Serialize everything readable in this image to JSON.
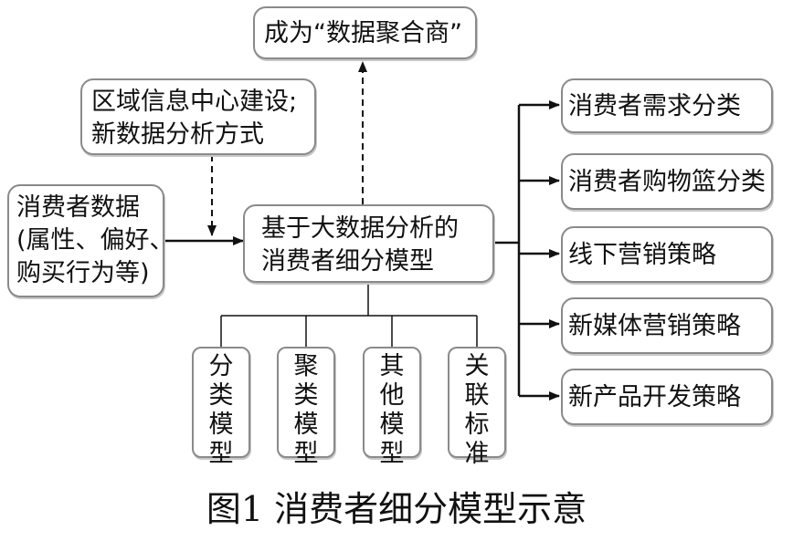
{
  "top_box": "成为“数据聚合商”",
  "regional_box": [
    "区域信息中心建设;",
    "新数据分析方式"
  ],
  "input_box": [
    "消费者数据",
    "(属性、偏好、",
    "购买行为等)"
  ],
  "center_box": [
    "基于大数据分析的",
    "消费者细分模型"
  ],
  "methods": [
    [
      "分",
      "类",
      "模",
      "型"
    ],
    [
      "聚",
      "类",
      "模",
      "型"
    ],
    [
      "其",
      "他",
      "模",
      "型"
    ],
    [
      "关",
      "联",
      "标",
      "准"
    ]
  ],
  "outputs": [
    "消费者需求分类",
    "消费者购物篮分类",
    "线下营销策略",
    "新媒体营销策略",
    "新产品开发策略"
  ],
  "caption": "图1  消费者细分模型示意"
}
